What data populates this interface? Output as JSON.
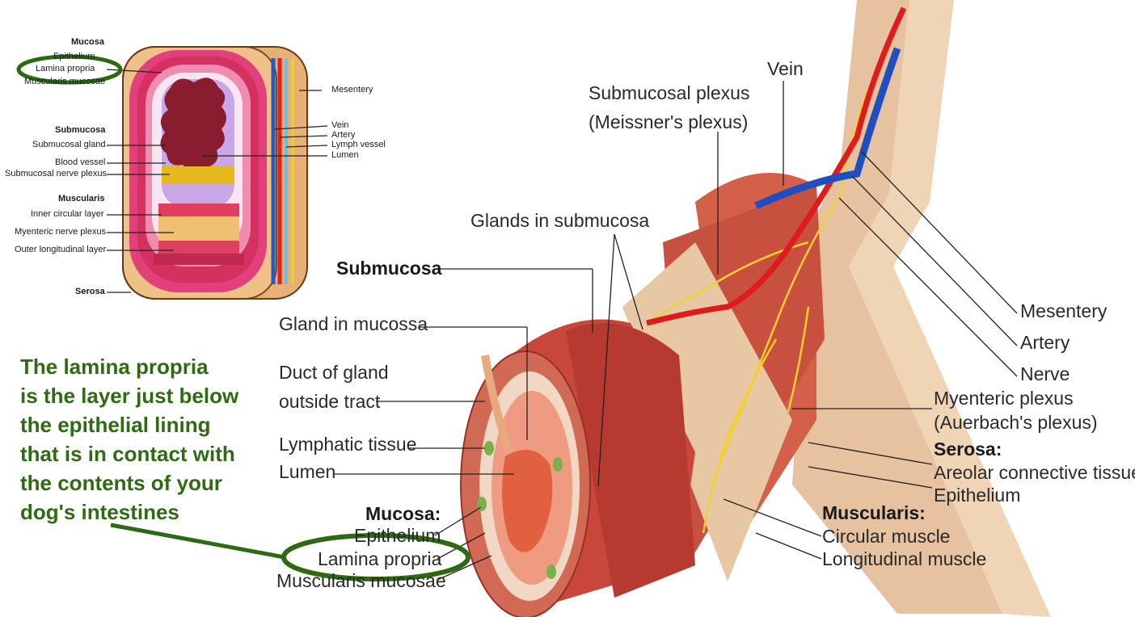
{
  "colors": {
    "note": "#2e6b12",
    "circle": "#2d6a12",
    "vein": "#1f4fbf",
    "artery": "#e01b1b",
    "nerve": "#f2d024",
    "muscle": "#c9463a",
    "serosa": "#e9c9a8"
  },
  "small_diagram": {
    "mucosa": "Mucosa",
    "epithelium": "Epithelium",
    "lamina_propria": "Lamina propria",
    "muscularis_mucosae": "Muscularis mucosae",
    "submucosa": "Submucosa",
    "submucosal_gland": "Submucosal gland",
    "blood_vessel": "Blood vessel",
    "submucosal_nerve_plexus": "Submucosal nerve plexus",
    "muscularis": "Muscularis",
    "inner_circular_layer": "Inner circular layer",
    "myenteric_nerve_plexus": "Myenteric nerve plexus",
    "outer_longitudinal_layer": "Outer longitudinal layer",
    "serosa": "Serosa",
    "mesentery": "Mesentery",
    "vein": "Vein",
    "artery": "Artery",
    "lymph_vessel": "Lymph vessel",
    "lumen": "Lumen"
  },
  "main_diagram": {
    "vein": "Vein",
    "submucosal_plexus_1": "Submucosal plexus",
    "submucosal_plexus_2": "(Meissner's plexus)",
    "glands_in_submucosa": "Glands in submucosa",
    "submucosa": "Submucosa",
    "gland_in_mucossa": "Gland in mucossa",
    "duct_1": "Duct of gland",
    "duct_2": "outside tract",
    "lymphatic_tissue": "Lymphatic tissue",
    "lumen": "Lumen",
    "mucosa": "Mucosa:",
    "epithelium": "Epithelium",
    "lamina_propria": "Lamina propria",
    "muscularis_mucosae": "Muscularis mucosae",
    "mesentery": "Mesentery",
    "artery": "Artery",
    "nerve": "Nerve",
    "myenteric_1": "Myenteric plexus",
    "myenteric_2": "(Auerbach's plexus)",
    "serosa": "Serosa:",
    "areolar": "Areolar connective tissue",
    "serosa_epithelium": "Epithelium",
    "muscularis": "Muscularis:",
    "circular_muscle": "Circular muscle",
    "longitudinal_muscle": "Longitudinal muscle"
  },
  "note_lines": [
    "The lamina propria",
    "is the layer just below",
    "the epithelial lining",
    "that is in contact with",
    "the contents of your",
    "dog's intestines"
  ]
}
